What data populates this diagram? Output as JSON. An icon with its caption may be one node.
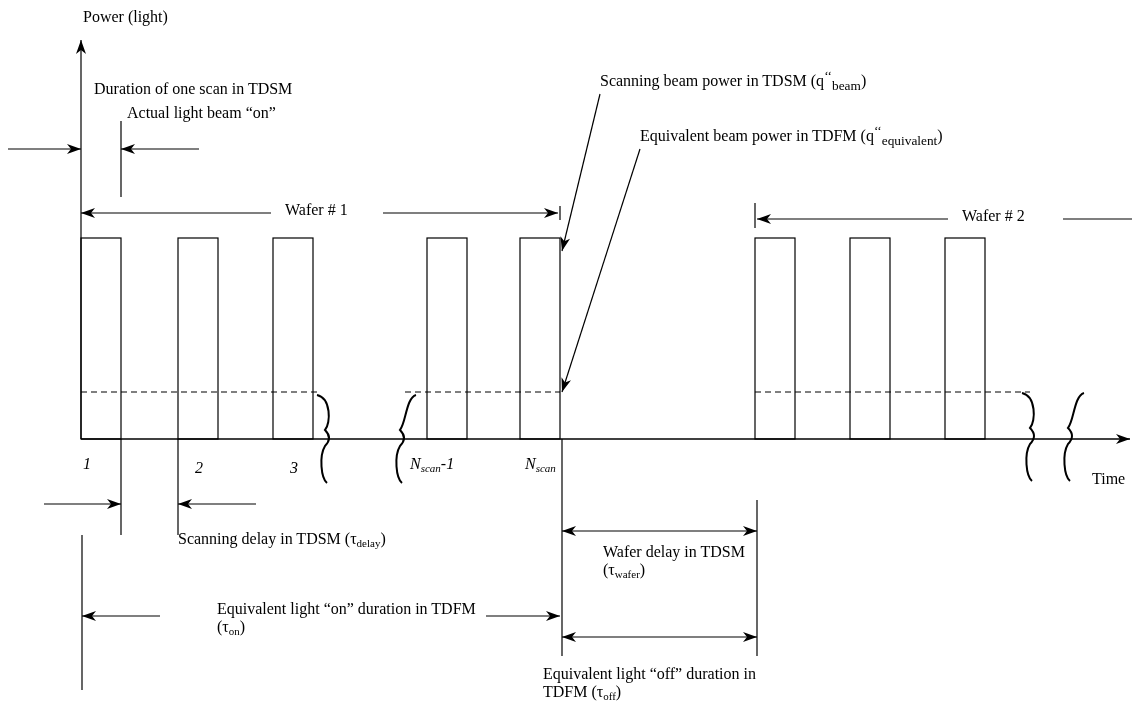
{
  "diagram": {
    "nodes": [
      {
        "text": [
          "Scanning beam power in TDSM (q$^{‘‘}$$_{beam}$)"
        ]
      },
      {
        "text": [
          "Equivalent beam power in TDFM (q$^{‘‘}$$_{equivalent}$)"
        ]
      }
    ],
    "edges": [
      {
        "from": 0,
        "to": null,
        "arrow": "to"
      },
      {
        "from": 1,
        "to": null,
        "arrow": "to"
      }
    ],
    "labels": [
      "Power (light)",
      "Duration of one scan in TDSM",
      "Actual light beam “on”",
      "Wafer # 1",
      "Wafer # 2",
      "1",
      "2",
      "3",
      "N$_{scan}$-1",
      "N$_{scan}$",
      "Time",
      "Scanning delay in TDSM (τ$_{delay}$)",
      "Equivalent light “on” duration in TDFM  (τ$_{on}$)",
      "Wafer delay in TDSM (τ$_{wafer}$)",
      "Equivalent light “off” duration in TDFM (τ$_{off}$)"
    ]
  }
}
